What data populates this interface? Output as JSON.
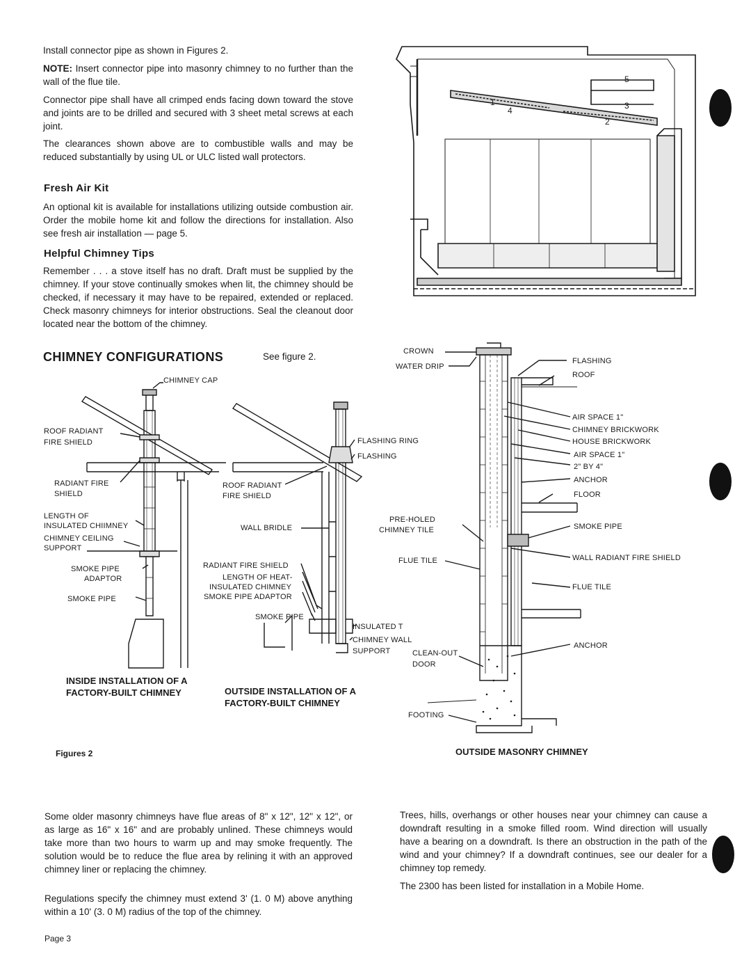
{
  "left_column": {
    "intro": "Install connector pipe as shown in Figures 2.",
    "note_label": "NOTE:",
    "note_text": " Insert connector pipe into masonry chimney to no further than the wall of the flue tile.",
    "crimped": "Connector pipe shall have all crimped ends facing down toward the stove and joints are to be drilled and secured with 3 sheet metal screws at each joint.",
    "clearances": "The clearances shown above are to combustible walls and may be reduced substantially by using UL or ULC listed wall protectors.",
    "fresh_air_heading": "Fresh Air Kit",
    "fresh_air_text": "An optional kit is available for installations utilizing outside combustion air. Order the mobile home kit and follow the directions for installation. Also see fresh air installation — page 5.",
    "tips_heading": "Helpful Chimney Tips",
    "tips_text": "Remember . . . a stove itself has no draft. Draft must be supplied by the chimney. If your stove continually smokes when lit, the chimney should be checked, if necessary it may have to be repaired, extended or replaced. Check masonry chimneys for interior obstructions. Seal the cleanout door located near the bottom of the chimney."
  },
  "configurations": {
    "heading": "CHIMNEY CONFIGURATIONS",
    "see_figure": "See figure 2."
  },
  "stove_figure": {
    "numbers": [
      "5",
      "4",
      "3",
      "2",
      "1"
    ]
  },
  "inside_figure": {
    "labels": {
      "cap": "CHIMNEY CAP",
      "roof_radiant_1": "ROOF RADIANT",
      "roof_radiant_2": "FIRE SHIELD",
      "radiant_1": "RADIANT FIRE",
      "radiant_2": "SHIELD",
      "length_1": "LENGTH OF",
      "length_2": "INSULATED CHIIMNEY",
      "ceiling_1": "CHIMNEY CEILING",
      "ceiling_2": "SUPPORT",
      "smoke_adaptor_1": "SMOKE PIPE",
      "smoke_adaptor_2": "ADAPTOR",
      "smoke_pipe": "SMOKE PIPE"
    },
    "caption_1": "INSIDE INSTALLATION OF A",
    "caption_2": "FACTORY-BUILT CHIMNEY"
  },
  "outside_figure": {
    "labels": {
      "flashing_ring": "FLASHING RING",
      "flashing": "FLASHING",
      "roof_radiant_1": "ROOF RADIANT",
      "roof_radiant_2": "FIRE SHIELD",
      "wall_bridle": "WALL BRIDLE",
      "radiant_shield": "RADIANT FIRE SHIELD",
      "length_heat": "LENGTH OF HEAT-",
      "insulated_chimney": "INSULATED CHIMNEY",
      "smoke_adaptor": "SMOKE PIPE ADAPTOR",
      "smoke_pipe": "SMOKE PIPE",
      "insulated_t": "INSULATED T",
      "wall_support_1": "CHIMNEY WALL",
      "wall_support_2": "SUPPORT"
    },
    "caption_1": "OUTSIDE INSTALLATION OF A",
    "caption_2": "FACTORY-BUILT CHIMNEY"
  },
  "masonry_figure": {
    "labels": {
      "crown": "CROWN",
      "water_drip": "WATER DRIP",
      "flashing": "FLASHING",
      "roof": "ROOF",
      "air_space": "AIR SPACE 1\"",
      "chimney_brickwork": "CHIMNEY BRICKWORK",
      "house_brickwork": "HOUSE BRICKWORK",
      "air_space_2": "AIR  SPACE  1\"",
      "two_by_four": "2\" BY 4\"",
      "anchor": "ANCHOR",
      "floor": "FLOOR",
      "pre_holed_1": "PRE-HOLED",
      "pre_holed_2": "CHIMNEY TILE",
      "smoke_pipe": "SMOKE PIPE",
      "flue_tile_left": "FLUE TILE",
      "wall_radiant": "WALL RADIANT FIRE SHIELD",
      "flue_tile_right": "FLUE TILE",
      "anchor_2": "ANCHOR",
      "clean_out_1": "CLEAN-OUT",
      "clean_out_2": "DOOR",
      "footing": "FOOTING"
    },
    "caption": "OUTSIDE MASONRY CHIMNEY"
  },
  "figures_label": "Figures 2",
  "bottom_left": {
    "para1": "Some older masonry chimneys have flue areas of 8\" x 12\", 12\" x 12\", or as large as 16\" x 16\" and are probably unlined. These chimneys would take more than two hours to warm up and may smoke frequently. The solution would be to reduce the flue area by relining it with an approved chimney liner or replacing the chimney.",
    "para2": "Regulations specify the chimney must extend 3' (1. 0 M) above anything within a 10' (3. 0 M) radius of the top of the chimney."
  },
  "bottom_right": {
    "para1": "Trees, hills, overhangs or other houses near your chimney can cause a downdraft resulting in a smoke filled room. Wind direction will usually have a bearing on a downdraft. Is there an obstruction in the path of the wind and your chimney? If a downdraft continues, see our dealer for a chimney top remedy.",
    "para2": "The 2300 has been listed for installation in a Mobile Home."
  },
  "page_number": "Page 3"
}
